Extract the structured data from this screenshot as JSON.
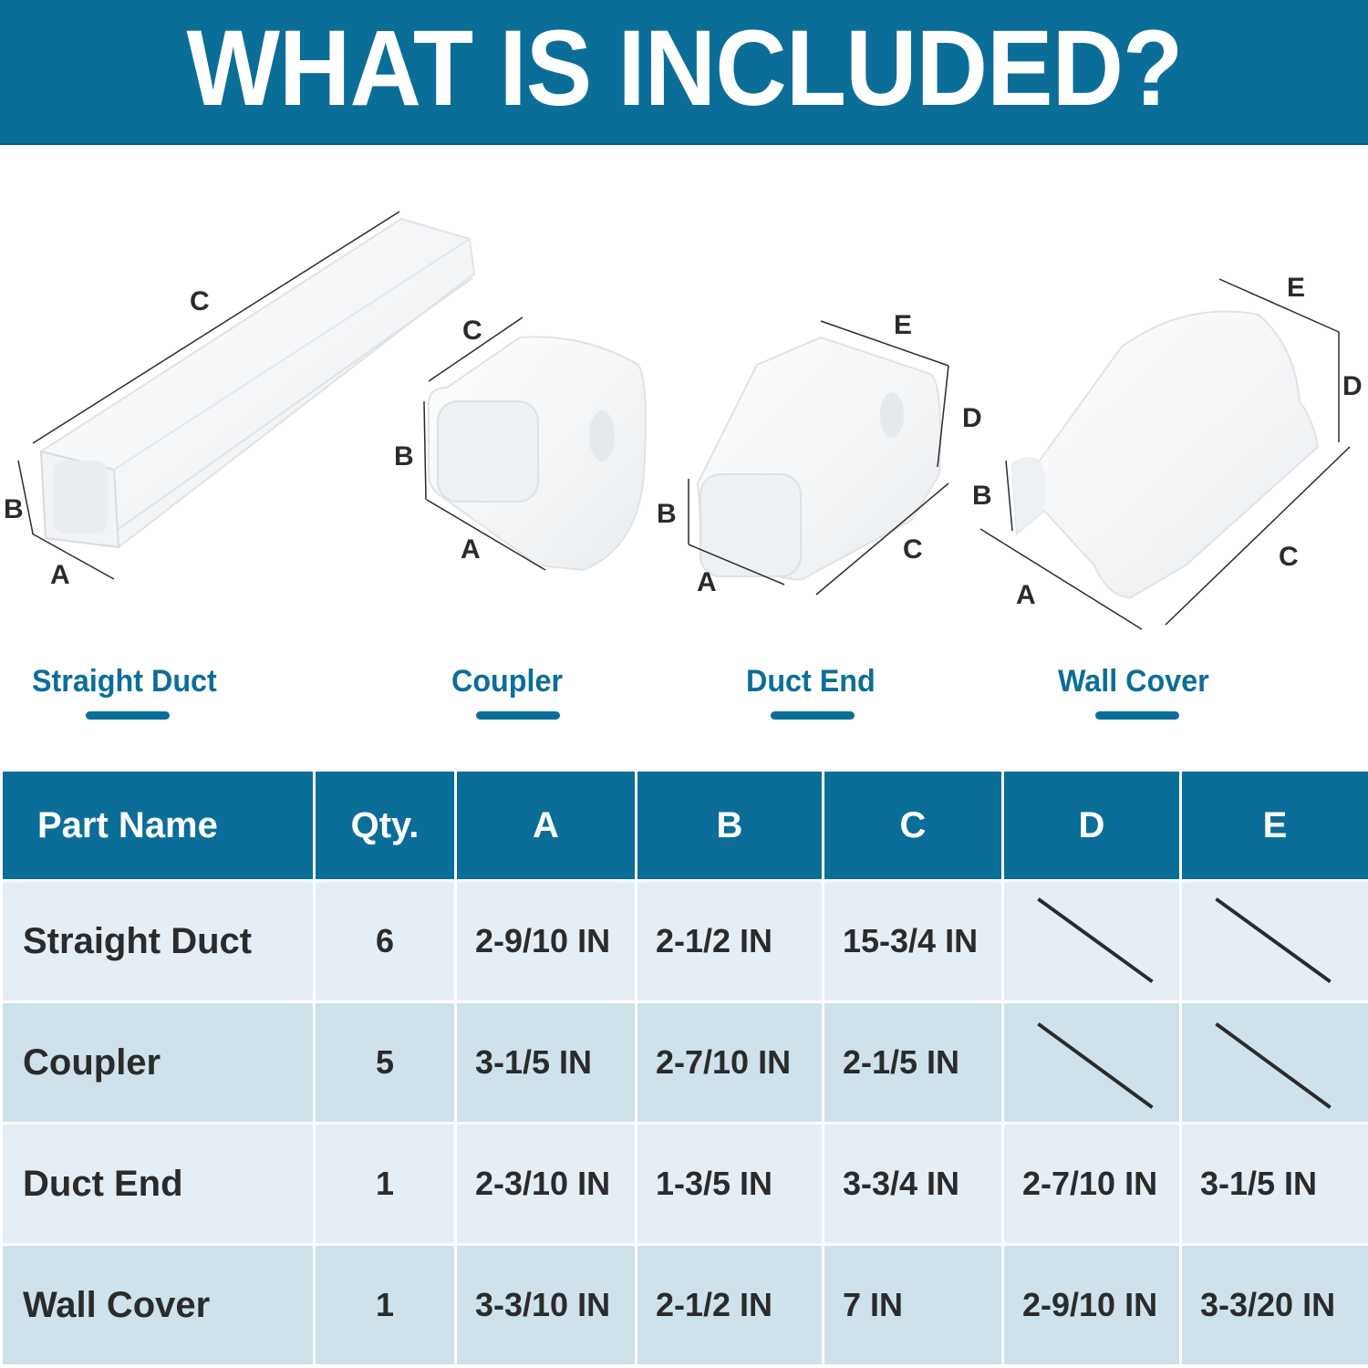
{
  "header": {
    "title": "WHAT IS INCLUDED?"
  },
  "colors": {
    "brand_blue": "#0b6e99",
    "row_light": "#e6eef5",
    "row_dark": "#cfe2ec",
    "text_dark": "#2b2b2b"
  },
  "products": [
    {
      "name": "Straight Duct",
      "dimension_labels": [
        "A",
        "B",
        "C"
      ]
    },
    {
      "name": "Coupler",
      "dimension_labels": [
        "A",
        "B",
        "C"
      ]
    },
    {
      "name": "Duct End",
      "dimension_labels": [
        "A",
        "B",
        "C",
        "D",
        "E"
      ]
    },
    {
      "name": "Wall Cover",
      "dimension_labels": [
        "A",
        "B",
        "C",
        "D",
        "E"
      ]
    }
  ],
  "table": {
    "headers": [
      "Part Name",
      "Qty.",
      "A",
      "B",
      "C",
      "D",
      "E"
    ],
    "rows": [
      {
        "name": "Straight Duct",
        "qty": "6",
        "a": "2-9/10 IN",
        "b": "2-1/2 IN",
        "c": "15-3/4 IN",
        "d": "",
        "e": "",
        "d_na": true,
        "e_na": true
      },
      {
        "name": "Coupler",
        "qty": "5",
        "a": "3-1/5 IN",
        "b": "2-7/10 IN",
        "c": "2-1/5 IN",
        "d": "",
        "e": "",
        "d_na": true,
        "e_na": true
      },
      {
        "name": "Duct End",
        "qty": "1",
        "a": "2-3/10 IN",
        "b": "1-3/5 IN",
        "c": "3-3/4 IN",
        "d": "2-7/10 IN",
        "e": "3-1/5 IN"
      },
      {
        "name": "Wall Cover",
        "qty": "1",
        "a": "3-3/10 IN",
        "b": "2-1/2 IN",
        "c": "7 IN",
        "d": "2-9/10 IN",
        "e": "3-3/20 IN"
      }
    ]
  }
}
